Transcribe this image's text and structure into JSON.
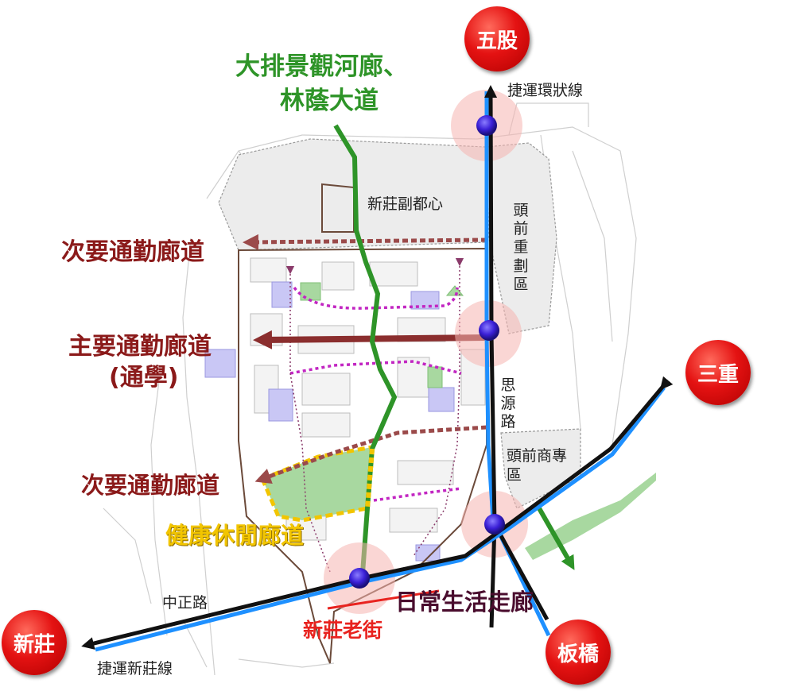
{
  "cities": {
    "wugu": "五股",
    "sanchong": "三重",
    "xinzhuang": "新莊",
    "banqiao": "板橋"
  },
  "labels": {
    "river_corridor": "大排景觀河廊、",
    "tree_avenue": "林蔭大道",
    "mrt_circular": "捷運環狀線",
    "sub_center": "新莊副都心",
    "toucian_redevelop": "頭前重劃區",
    "secondary_corridor_1": "次要通勤廊道",
    "main_corridor": "主要通勤廊道",
    "main_corridor_note": "(通學)",
    "siyuan_road": "思源路",
    "toucian_business": "頭前商專區",
    "secondary_corridor_2": "次要通勤廊道",
    "health_leisure": "健康休閒廊道",
    "zhongzheng_road": "中正路",
    "daily_life": "日常生活走廊",
    "old_street": "新莊老街",
    "mrt_xinzhuang": "捷運新莊線"
  },
  "colors": {
    "mrt_black": "#111111",
    "mrt_blue": "#1e90ff",
    "green_corridor": "#2e9428",
    "main_corridor": "#8b2e2e",
    "secondary_corridor": "#9b4a4a",
    "school_route": "#c226c2",
    "health_corridor": "#f2c500",
    "city_red": "#e41212",
    "node_purple": "#3a1fd6"
  }
}
